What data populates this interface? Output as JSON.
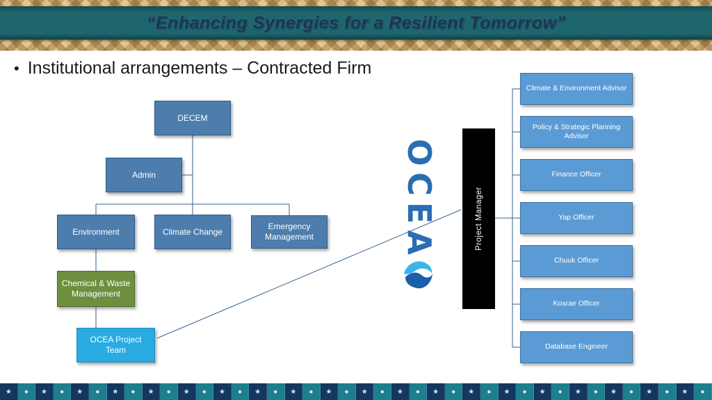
{
  "banner": {
    "title": "“Enhancing Synergies for a Resilient Tomorrow”"
  },
  "heading": {
    "bullet": "•",
    "text": "Institutional arrangements – Contracted Firm"
  },
  "org_chart": {
    "decem": "DECEM",
    "admin": "Admin",
    "environment": "Environment",
    "climate_change": "Climate Change",
    "emergency_management": "Emergency Management",
    "chemical_waste": "Chemical & Waste Management",
    "ocea_project_team": "OCEA Project Team"
  },
  "contractor": {
    "logo_text": "OCEA",
    "project_manager": "Project Manager"
  },
  "right_column": {
    "items": [
      "Climate & Environment Advisor",
      "Policy & Strategic Planning Advisor",
      "Finance Officer",
      "Yap Officer",
      "Chuuk Officer",
      "Kosrae Officer",
      "Database Engineer"
    ]
  },
  "colors": {
    "box_blue": "#4d7dad",
    "box_blue_right": "#5b9bd5",
    "box_green": "#6e8f3e",
    "box_cyan": "#29abe2",
    "bar_black": "#000000",
    "connector": "#355f8d",
    "ribbon_teal": "#1e666d"
  },
  "footer": {
    "count": 40,
    "icons": [
      "un-emblem-icon",
      "radio-tower-icon"
    ],
    "glyphs": [
      "★",
      "●"
    ],
    "colors": [
      "#14375f",
      "#1d7f8e"
    ]
  }
}
